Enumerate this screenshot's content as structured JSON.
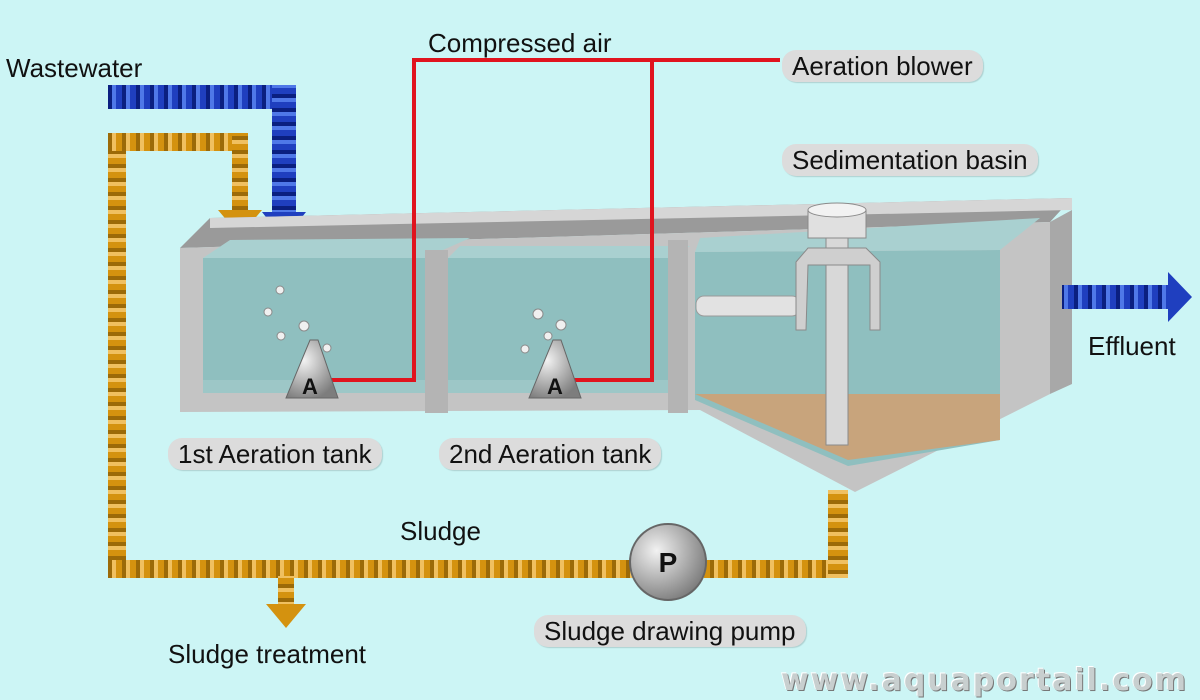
{
  "labels": {
    "wastewater": "Wastewater",
    "compressed_air": "Compressed air",
    "aeration_blower": "Aeration blower",
    "sedimentation_basin": "Sedimentation basin",
    "effluent": "Effluent",
    "tank1": "1st Aeration tank",
    "tank2": "2nd Aeration tank",
    "sludge": "Sludge",
    "sludge_treatment": "Sludge treatment",
    "pump": "Sludge drawing pump"
  },
  "symbols": {
    "aerator": "A",
    "pump": "P"
  },
  "watermark": "www.aquaportail.com",
  "colors": {
    "background": "#ccf5f5",
    "water": "#8fbfbf",
    "tank_wall": "#c4c4c4",
    "air_line": "#e0141e",
    "wastewater_pipe": "#1f3fbf",
    "sludge_pipe": "#d4920f",
    "sludge_layer": "#c8a47c"
  }
}
